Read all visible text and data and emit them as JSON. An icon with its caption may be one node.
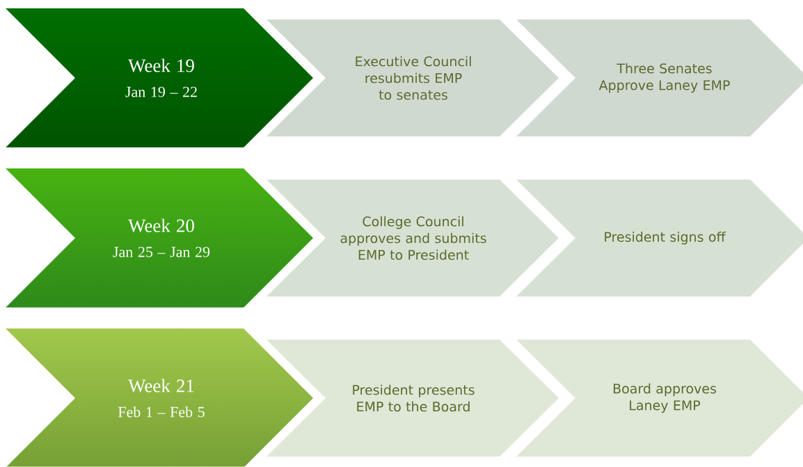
{
  "diagram": {
    "nodes": [
      {
        "text": [
          "Week 19",
          "Jan 19 – 22"
        ]
      },
      {
        "text": [
          "Executive Council resubmits EMP to senates"
        ]
      },
      {
        "text": [
          "Three Senates Approve Laney EMP"
        ]
      },
      {
        "text": [
          "Week 20",
          "Jan 25 – Jan 29"
        ]
      },
      {
        "text": [
          "College Council approves and submits EMP to President"
        ]
      },
      {
        "text": [
          "President signs off"
        ]
      },
      {
        "text": [
          "Week 21",
          "Feb 1 – Feb 5"
        ]
      },
      {
        "text": [
          "President presents EMP to the Board"
        ]
      },
      {
        "text": [
          "Board approves Laney EMP"
        ]
      }
    ]
  }
}
